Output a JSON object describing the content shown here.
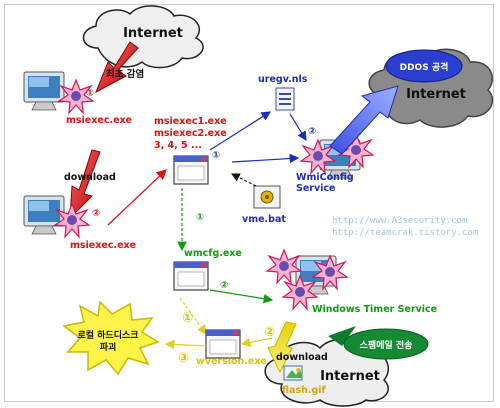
{
  "clouds": {
    "top_left": "Internet",
    "top_right": "Internet",
    "bottom": "Internet"
  },
  "labels": {
    "first_infection": "최초 감염",
    "msiexec_top": "msiexec.exe",
    "download_left": "download",
    "msiexec_bottom": "msiexec.exe",
    "msiexec_multi_1": "msiexec1.exe",
    "msiexec_multi_2": "msiexec2.exe",
    "msiexec_multi_3": "3, 4, 5 ...",
    "uregv": "uregv.nls",
    "vme": "vme.bat",
    "wmiconfig_1": "WmiConfig",
    "wmiconfig_2": "Service",
    "wmcfg": "wmcfg.exe",
    "timer_service": "Windows Timer Service",
    "wversion": "wversion.exe",
    "download_bottom": "download",
    "flash": "flash.gif",
    "ddos": "DDOS 공격",
    "spam": "스팸메일 전송",
    "local_disk_1": "로컬 하드디스크",
    "local_disk_2": "파괴"
  },
  "step_numbers": {
    "n1": "①",
    "n2": "②",
    "n3": "③"
  },
  "urls": {
    "url1": "http://www.A3security.com",
    "url2": "http://teamcrak.tistory.com"
  },
  "colors": {
    "red": "#e11111",
    "blue": "#1a2fb8",
    "green": "#129a12",
    "yellow": "#f4e43a",
    "cloud_grey": "#7a7a7a"
  }
}
